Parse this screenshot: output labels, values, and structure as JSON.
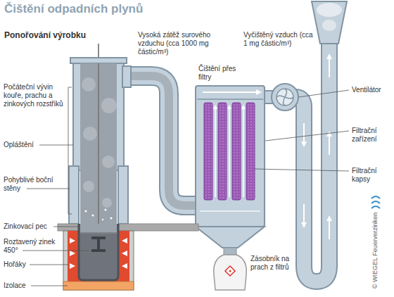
{
  "diagram": {
    "title": "Čištění odpadních plynů",
    "labels": [
      "Ponořování výrobku",
      "Počáteční vývin kouře, prachu a zinkových rozstřiků",
      "Opláštění",
      "Pohyblivé boční stěny",
      "Zinkovací pec",
      "Roztavený zinek 450°",
      "Hořáky",
      "Izolace",
      "Vysoká zátěž surového vzduchu (cca 1000 mg částic/m³)",
      "Čištění přes filtry",
      "Vyčištěný vzduch (cca 1 mg částic/m³)",
      "Ventilátor",
      "Filtrační zařízení",
      "Filtrační kapsy",
      "Zásobník na prach z filtrů",
      "© WIEGEL Feuerverzinken"
    ]
  }
}
